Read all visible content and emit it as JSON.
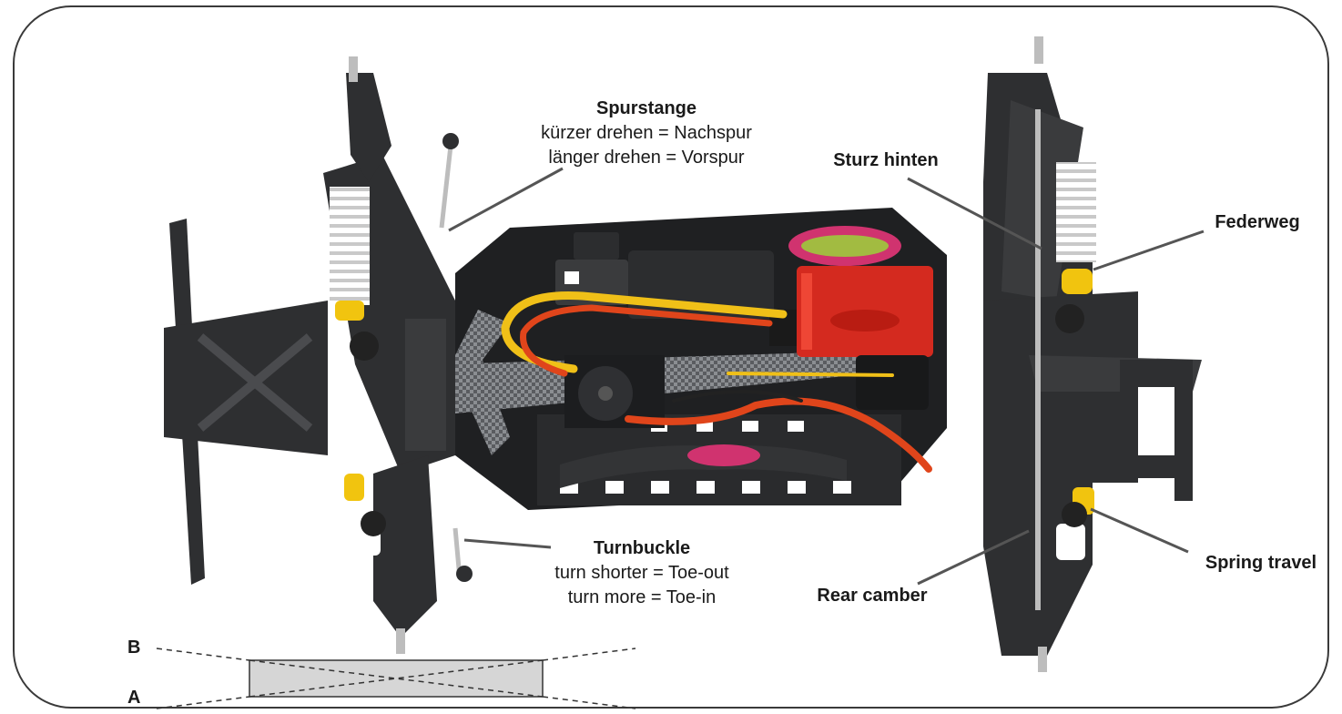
{
  "labels": {
    "spurstange": {
      "title": "Spurstange",
      "line1": "kürzer drehen = Nachspur",
      "line2": "länger drehen = Vorspur"
    },
    "turnbuckle": {
      "title": "Turnbuckle",
      "line1": "turn shorter = Toe-out",
      "line2": "turn more = Toe-in"
    },
    "sturz_hinten": "Sturz hinten",
    "federweg": "Federweg",
    "spring_travel": "Spring travel",
    "rear_camber": "Rear camber",
    "marker_b": "B",
    "marker_a": "A"
  },
  "colors": {
    "frame": "#3a3a3a",
    "leader_line": "#555555",
    "chassis_dark": "#2e2f31",
    "chassis_plate": "#1f2022",
    "spring": "#e8e8e8",
    "shock_yellow": "#f1c40f",
    "motor_red": "#d42a1f",
    "wire_red": "#e0451b",
    "wire_yellow": "#f0c018",
    "logo_pink": "#d0336f",
    "gauge_fill": "#d6d6d6"
  }
}
